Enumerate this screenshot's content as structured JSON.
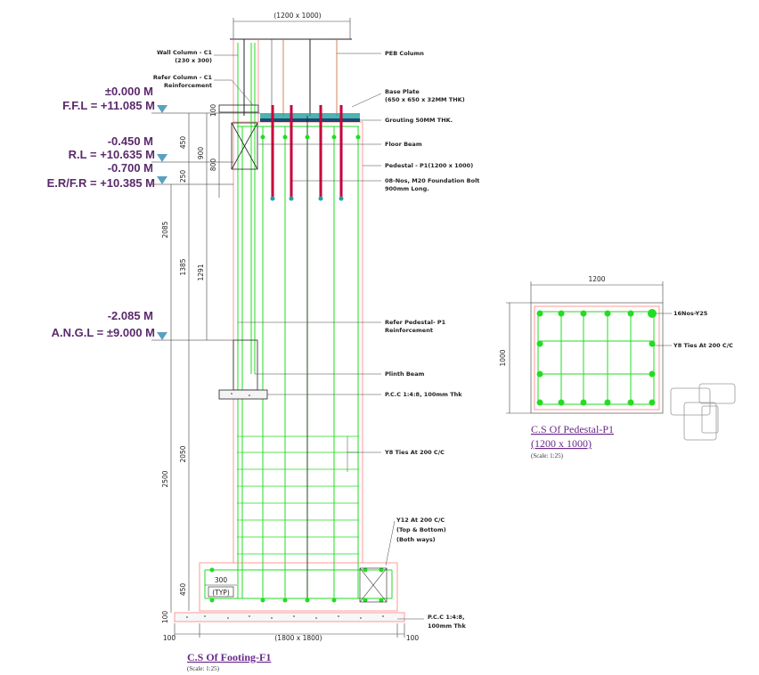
{
  "top_dimension": "(1200 x 1000)",
  "bottom_dimension": "(1800 x 1800)",
  "labels": {
    "wall_column": "Wall Column - C1",
    "wall_column_size": "(230 x 300)",
    "refer_column": "Refer Column - C1",
    "refer_column_2": "Reinforcement",
    "peb_column": "PEB Column",
    "base_plate": "Base Plate",
    "base_plate_size": "(650 x 650 x 32MM THK)",
    "grouting": "Grouting 50MM THK.",
    "floor_beam": "Floor Beam",
    "pedestal": "Pedestal - P1(1200 x 1000)",
    "foundation_bolt": "08-Nos, M20 Foundation Bolt",
    "foundation_bolt_2": "900mm Long.",
    "refer_pedestal": "Refer Pedestal- P1",
    "refer_pedestal_2": "Reinforcement",
    "plinth_beam": "Plinth Beam",
    "pcc_top": "P.C.C 1:4:8, 100mm Thk",
    "ties": "Y8 Ties At 200 C/C",
    "y12": "Y12 At 200 C/C",
    "y12_2": "(Top & Bottom)",
    "y12_3": "(Both ways)",
    "pcc_bottom": "P.C.C 1:4:8,",
    "pcc_bottom_2": "100mm Thk",
    "typ": "(TYP)",
    "typ_dim": "300"
  },
  "levels": [
    {
      "value": "±0.000 M",
      "name": "F.F.L = +11.085 M"
    },
    {
      "value": "-0.450 M",
      "name": "R.L = +10.635 M"
    },
    {
      "value": "-0.700 M",
      "name": "E.R/F.R = +10.385 M"
    },
    {
      "value": "-2.085 M",
      "name": "A.N.G.L = ±9.000 M"
    }
  ],
  "dims": {
    "d100a": "100",
    "d450a": "450",
    "d900": "900",
    "d800": "800",
    "d250": "250",
    "d2085": "2085",
    "d1385": "1385",
    "d1291": "1291",
    "d2500": "2500",
    "d2050": "2050",
    "d450b": "450",
    "d100b": "100",
    "d100l": "100",
    "d100r": "100"
  },
  "section": {
    "width": "1200",
    "height": "1000",
    "bars": "16Nos-Y25",
    "ties": "Y8 Ties At 200 C/C",
    "title_1": "C.S Of Pedestal-P1",
    "title_2": "(1200 x 1000)",
    "scale": "(Scale: 1:25)"
  },
  "footing": {
    "title": "C.S Of Footing-F1",
    "scale": "(Scale: 1:25)"
  },
  "colors": {
    "rebar": "#22dd22",
    "outline": "#ff8080",
    "bolt": "#c8003c",
    "level": "#5a2a6b",
    "grout": "#20a0a0"
  }
}
